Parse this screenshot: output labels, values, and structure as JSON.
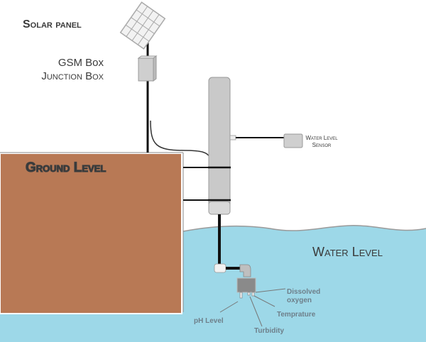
{
  "labels": {
    "solar_panel": "Solar panel",
    "gsm_box": "GSM Box",
    "junction_box": "Junction Box",
    "water_level_sensor_line1": "Water Level",
    "water_level_sensor_line2": "Sensor",
    "ground_level": "Ground Level",
    "water_level": "Water Level",
    "dissolved_oxygen_line1": "Dissolved",
    "dissolved_oxygen_line2": "oxygen",
    "temperature": "Temprature",
    "turbidity": "Turbidity",
    "ph_level": "pH Level"
  },
  "colors": {
    "ground": "#b87955",
    "water": "#9dd8e8",
    "pillar": "#c9c9c9",
    "cable": "#111111",
    "text": "#3a3a3a",
    "sensor_text": "#6e7f8a"
  }
}
